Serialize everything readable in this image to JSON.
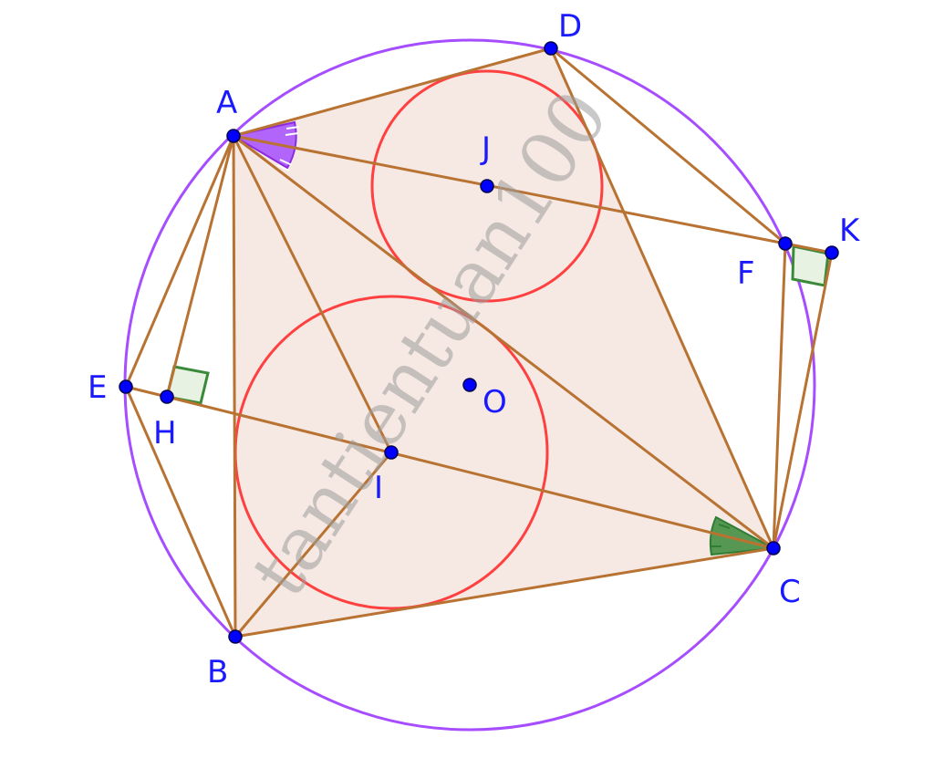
{
  "diagram": {
    "points": {
      "A": "A",
      "B": "B",
      "C": "C",
      "D": "D",
      "E": "E",
      "F": "F",
      "H": "H",
      "I": "I",
      "J": "J",
      "K": "K",
      "O": "O"
    },
    "watermark": "tantientuan100",
    "colors": {
      "circumcircle": "#a64dff",
      "incircles": "#ff4040",
      "segments": "#b87333",
      "fill": "#f5e6e0",
      "points": "#0000ff",
      "labels": "#1a1aff",
      "angle_A": "#a64dff",
      "angle_C": "#3a8a3a",
      "right_angle": "#3a8a3a"
    }
  }
}
